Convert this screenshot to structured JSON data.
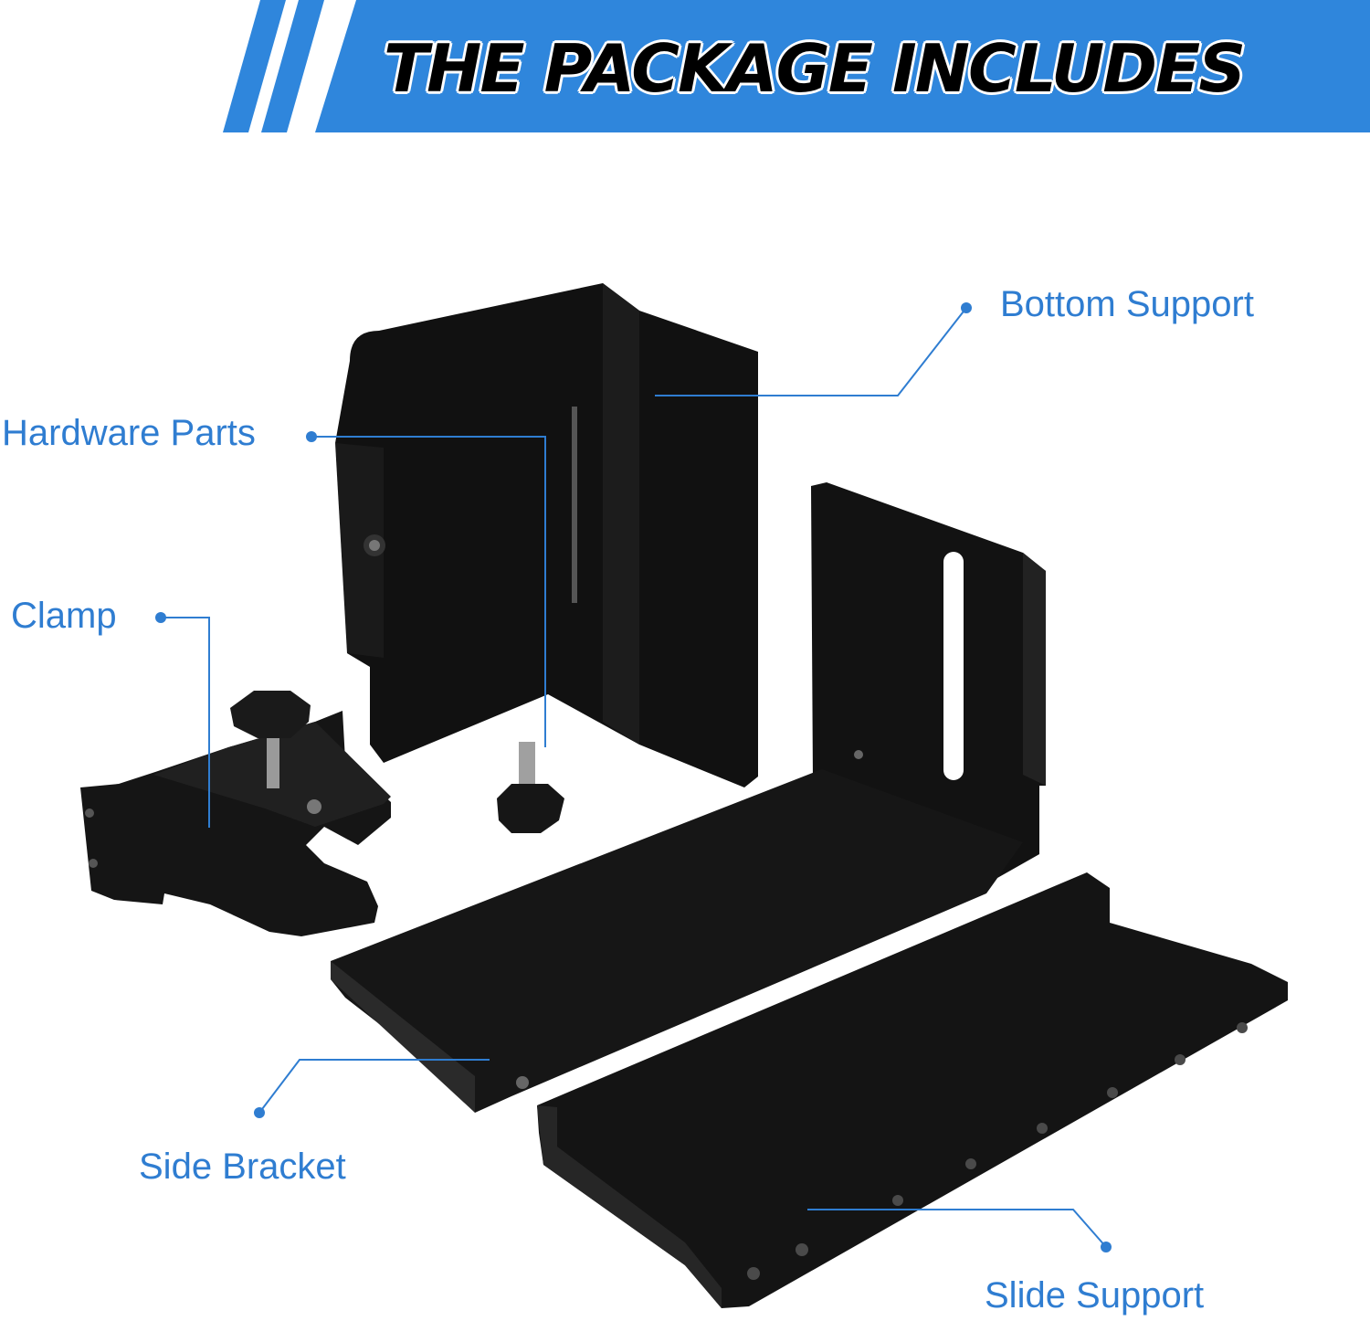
{
  "banner": {
    "title": "THE PACKAGE INCLUDES",
    "color": "#2f86dc"
  },
  "accent_color": "#2f7dd1",
  "parts": [
    {
      "label": "Bottom Support"
    },
    {
      "label": "Hardware Parts"
    },
    {
      "label": "Clamp"
    },
    {
      "label": "Side Bracket"
    },
    {
      "label": "Slide Support"
    }
  ]
}
